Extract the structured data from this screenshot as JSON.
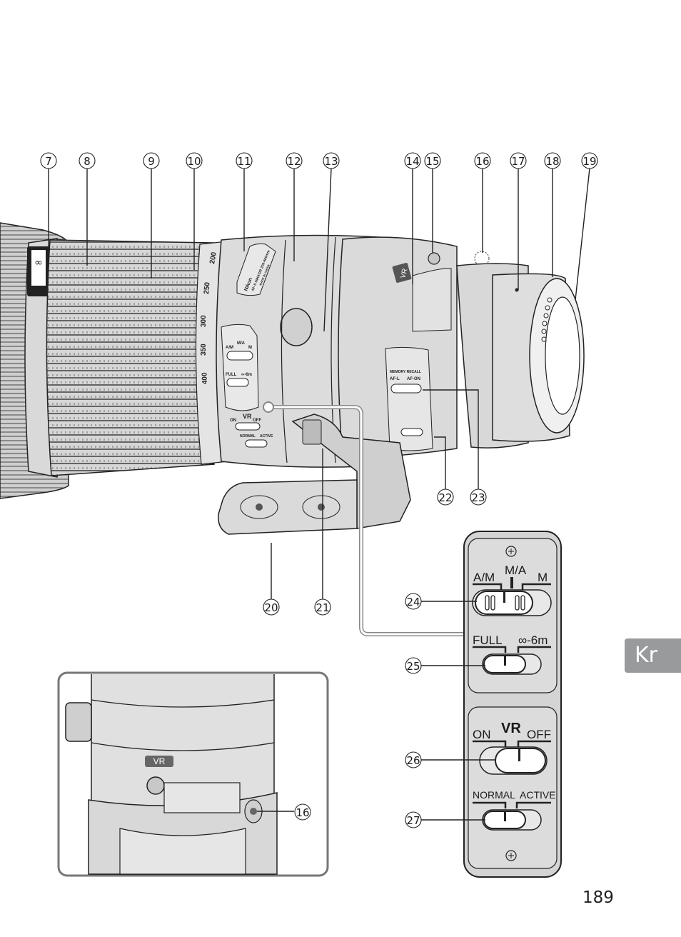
{
  "page": {
    "number": "189",
    "language_tab": "Kr"
  },
  "callouts": {
    "top_row": [
      "7",
      "8",
      "9",
      "10",
      "11",
      "12",
      "13",
      "14",
      "15",
      "16",
      "17",
      "18",
      "19"
    ],
    "bottom_row": [
      "20",
      "21",
      "22",
      "23"
    ],
    "switch_panel": [
      "24",
      "25",
      "26",
      "27"
    ],
    "inset": [
      "16"
    ]
  },
  "lens": {
    "zoom_scale": [
      "200",
      "250",
      "300",
      "350",
      "400"
    ],
    "brand": "Nikon",
    "model": "AF-S NIKKOR 200-400mm",
    "origin": "MADE IN JAPAN",
    "vr_badge": "VR",
    "memory_recall_label": "MEMORY RECALL",
    "memory_switch": {
      "left": "AF-L",
      "right": "AF-ON"
    }
  },
  "switch_panel": {
    "focus_mode": {
      "left": "A/M",
      "center": "M/A",
      "right": "M"
    },
    "focus_limit": {
      "left": "FULL",
      "right": "∞-6m"
    },
    "vr_title": "VR",
    "vr_switch": {
      "left": "ON",
      "right": "OFF"
    },
    "vr_mode": {
      "left": "NORMAL",
      "right": "ACTIVE"
    }
  },
  "inset": {
    "vr_badge": "VR"
  }
}
